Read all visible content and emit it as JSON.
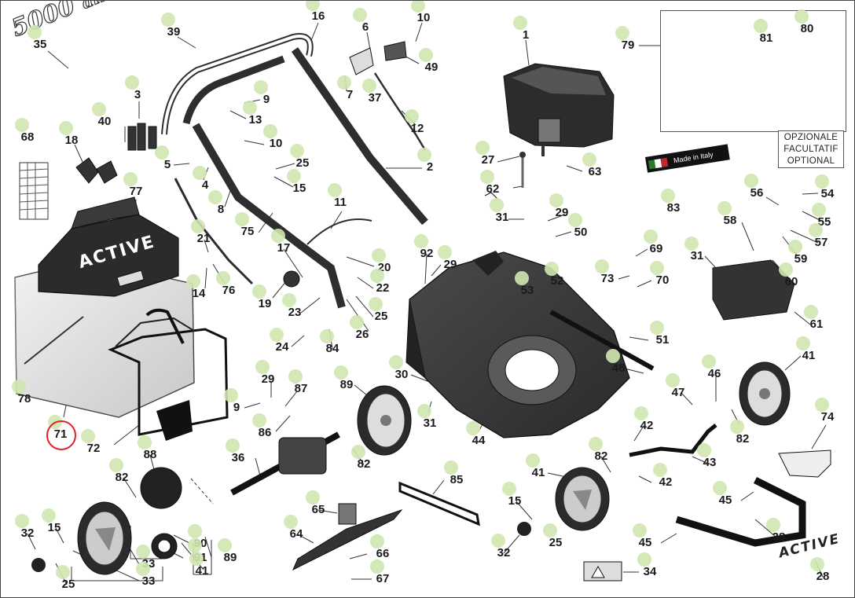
{
  "optional_label": [
    "OPZIONALE",
    "FACULTATIF",
    "OPTIONAL"
  ],
  "brand_script": "5000",
  "brand_script_sub": "alluminio",
  "bag_logo": "ACTIVE",
  "side_logo": "ACTIVE",
  "made_in_italy": "Made in Italy",
  "colors": {
    "callout_bg": "#cfe6b0",
    "highlight_ring": "#e0202a",
    "part_fill": "#3a3a3a"
  },
  "callouts": [
    {
      "id": "35",
      "label": "35",
      "highlighted": false
    },
    {
      "id": "39",
      "label": "39",
      "highlighted": false
    },
    {
      "id": "16",
      "label": "16",
      "highlighted": false
    },
    {
      "id": "6",
      "label": "6",
      "highlighted": false
    },
    {
      "id": "10a",
      "label": "10",
      "highlighted": false
    },
    {
      "id": "1",
      "label": "1",
      "highlighted": false
    },
    {
      "id": "79",
      "label": "79",
      "highlighted": false
    },
    {
      "id": "81",
      "label": "81",
      "highlighted": false
    },
    {
      "id": "80",
      "label": "80",
      "highlighted": false
    },
    {
      "id": "49",
      "label": "49",
      "highlighted": false
    },
    {
      "id": "3",
      "label": "3",
      "highlighted": false
    },
    {
      "id": "9a",
      "label": "9",
      "highlighted": false
    },
    {
      "id": "7",
      "label": "7",
      "highlighted": false
    },
    {
      "id": "37",
      "label": "37",
      "highlighted": false
    },
    {
      "id": "40",
      "label": "40",
      "highlighted": false
    },
    {
      "id": "13",
      "label": "13",
      "highlighted": false
    },
    {
      "id": "12",
      "label": "12",
      "highlighted": false
    },
    {
      "id": "68",
      "label": "68",
      "highlighted": false
    },
    {
      "id": "18",
      "label": "18",
      "highlighted": false
    },
    {
      "id": "10b",
      "label": "10",
      "highlighted": false
    },
    {
      "id": "27",
      "label": "27",
      "highlighted": false
    },
    {
      "id": "63",
      "label": "63",
      "highlighted": false
    },
    {
      "id": "5",
      "label": "5",
      "highlighted": false
    },
    {
      "id": "25a",
      "label": "25",
      "highlighted": false
    },
    {
      "id": "2",
      "label": "2",
      "highlighted": false
    },
    {
      "id": "4",
      "label": "4",
      "highlighted": false
    },
    {
      "id": "15a",
      "label": "15",
      "highlighted": false
    },
    {
      "id": "62",
      "label": "62",
      "highlighted": false
    },
    {
      "id": "77",
      "label": "77",
      "highlighted": false
    },
    {
      "id": "8",
      "label": "8",
      "highlighted": false
    },
    {
      "id": "11",
      "label": "11",
      "highlighted": false
    },
    {
      "id": "83",
      "label": "83",
      "highlighted": false
    },
    {
      "id": "56",
      "label": "56",
      "highlighted": false
    },
    {
      "id": "54",
      "label": "54",
      "highlighted": false
    },
    {
      "id": "31a",
      "label": "31",
      "highlighted": false
    },
    {
      "id": "29a",
      "label": "29",
      "highlighted": false
    },
    {
      "id": "55",
      "label": "55",
      "highlighted": false
    },
    {
      "id": "58",
      "label": "58",
      "highlighted": false
    },
    {
      "id": "75",
      "label": "75",
      "highlighted": false
    },
    {
      "id": "50",
      "label": "50",
      "highlighted": false
    },
    {
      "id": "57",
      "label": "57",
      "highlighted": false
    },
    {
      "id": "21",
      "label": "21",
      "highlighted": false
    },
    {
      "id": "17",
      "label": "17",
      "highlighted": false
    },
    {
      "id": "92",
      "label": "92",
      "highlighted": false
    },
    {
      "id": "20",
      "label": "20",
      "highlighted": false
    },
    {
      "id": "69",
      "label": "69",
      "highlighted": false
    },
    {
      "id": "29b",
      "label": "29",
      "highlighted": false
    },
    {
      "id": "59",
      "label": "59",
      "highlighted": false
    },
    {
      "id": "31b",
      "label": "31",
      "highlighted": false
    },
    {
      "id": "73",
      "label": "73",
      "highlighted": false
    },
    {
      "id": "70",
      "label": "70",
      "highlighted": false
    },
    {
      "id": "60",
      "label": "60",
      "highlighted": false
    },
    {
      "id": "52",
      "label": "52",
      "highlighted": false
    },
    {
      "id": "76",
      "label": "76",
      "highlighted": false
    },
    {
      "id": "22",
      "label": "22",
      "highlighted": false
    },
    {
      "id": "14",
      "label": "14",
      "highlighted": false
    },
    {
      "id": "19",
      "label": "19",
      "highlighted": false
    },
    {
      "id": "53",
      "label": "53",
      "highlighted": false
    },
    {
      "id": "23",
      "label": "23",
      "highlighted": false
    },
    {
      "id": "25b",
      "label": "25",
      "highlighted": false
    },
    {
      "id": "61",
      "label": "61",
      "highlighted": false
    },
    {
      "id": "26",
      "label": "26",
      "highlighted": false
    },
    {
      "id": "51",
      "label": "51",
      "highlighted": false
    },
    {
      "id": "24",
      "label": "24",
      "highlighted": false
    },
    {
      "id": "84",
      "label": "84",
      "highlighted": false
    },
    {
      "id": "48",
      "label": "48",
      "highlighted": false
    },
    {
      "id": "41a",
      "label": "41",
      "highlighted": false
    },
    {
      "id": "46",
      "label": "46",
      "highlighted": false
    },
    {
      "id": "30",
      "label": "30",
      "highlighted": false
    },
    {
      "id": "29c",
      "label": "29",
      "highlighted": false
    },
    {
      "id": "89a",
      "label": "89",
      "highlighted": false
    },
    {
      "id": "87",
      "label": "87",
      "highlighted": false
    },
    {
      "id": "78",
      "label": "78",
      "highlighted": false
    },
    {
      "id": "47",
      "label": "47",
      "highlighted": false
    },
    {
      "id": "9b",
      "label": "9",
      "highlighted": false
    },
    {
      "id": "31c",
      "label": "31",
      "highlighted": false
    },
    {
      "id": "74",
      "label": "74",
      "highlighted": false
    },
    {
      "id": "71",
      "label": "71",
      "highlighted": true
    },
    {
      "id": "86",
      "label": "86",
      "highlighted": false
    },
    {
      "id": "42a",
      "label": "42",
      "highlighted": false
    },
    {
      "id": "44",
      "label": "44",
      "highlighted": false
    },
    {
      "id": "82a",
      "label": "82",
      "highlighted": false
    },
    {
      "id": "72",
      "label": "72",
      "highlighted": false
    },
    {
      "id": "88",
      "label": "88",
      "highlighted": false
    },
    {
      "id": "43",
      "label": "43",
      "highlighted": false
    },
    {
      "id": "36",
      "label": "36",
      "highlighted": false
    },
    {
      "id": "82b",
      "label": "82",
      "highlighted": false
    },
    {
      "id": "82c",
      "label": "82",
      "highlighted": false
    },
    {
      "id": "41b",
      "label": "41",
      "highlighted": false
    },
    {
      "id": "42b",
      "label": "42",
      "highlighted": false
    },
    {
      "id": "85",
      "label": "85",
      "highlighted": false
    },
    {
      "id": "82d",
      "label": "82",
      "highlighted": false
    },
    {
      "id": "45a",
      "label": "45",
      "highlighted": false
    },
    {
      "id": "15b",
      "label": "15",
      "highlighted": false
    },
    {
      "id": "65",
      "label": "65",
      "highlighted": false
    },
    {
      "id": "15c",
      "label": "15",
      "highlighted": false
    },
    {
      "id": "32a",
      "label": "32",
      "highlighted": false
    },
    {
      "id": "64",
      "label": "64",
      "highlighted": false
    },
    {
      "id": "90",
      "label": "90",
      "highlighted": false
    },
    {
      "id": "38",
      "label": "38",
      "highlighted": false
    },
    {
      "id": "45b",
      "label": "45",
      "highlighted": false
    },
    {
      "id": "89b",
      "label": "89",
      "highlighted": false
    },
    {
      "id": "91",
      "label": "91",
      "highlighted": false
    },
    {
      "id": "32b",
      "label": "32",
      "highlighted": false
    },
    {
      "id": "25c",
      "label": "25",
      "highlighted": false
    },
    {
      "id": "66",
      "label": "66",
      "highlighted": false
    },
    {
      "id": "33a",
      "label": "33",
      "highlighted": false
    },
    {
      "id": "41c",
      "label": "41",
      "highlighted": false
    },
    {
      "id": "34",
      "label": "34",
      "highlighted": false
    },
    {
      "id": "28",
      "label": "28",
      "highlighted": false
    },
    {
      "id": "25d",
      "label": "25",
      "highlighted": false
    },
    {
      "id": "33b",
      "label": "33",
      "highlighted": false
    },
    {
      "id": "67",
      "label": "67",
      "highlighted": false
    }
  ]
}
